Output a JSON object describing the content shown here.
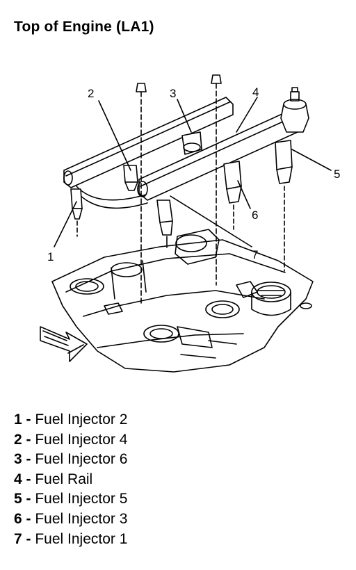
{
  "title": "Top of Engine (LA1)",
  "callouts": [
    "1",
    "2",
    "3",
    "4",
    "5",
    "6",
    "7"
  ],
  "legend": [
    {
      "num": "1",
      "sep": " - ",
      "label": "Fuel Injector 2"
    },
    {
      "num": "2",
      "sep": " - ",
      "label": "Fuel Injector 4"
    },
    {
      "num": "3",
      "sep": " - ",
      "label": "Fuel Injector 6"
    },
    {
      "num": "4",
      "sep": " - ",
      "label": "Fuel Rail"
    },
    {
      "num": "5",
      "sep": " - ",
      "label": "Fuel Injector 5"
    },
    {
      "num": "6",
      "sep": " - ",
      "label": "Fuel Injector 3"
    },
    {
      "num": "7",
      "sep": " - ",
      "label": "Fuel Injector 1"
    }
  ]
}
